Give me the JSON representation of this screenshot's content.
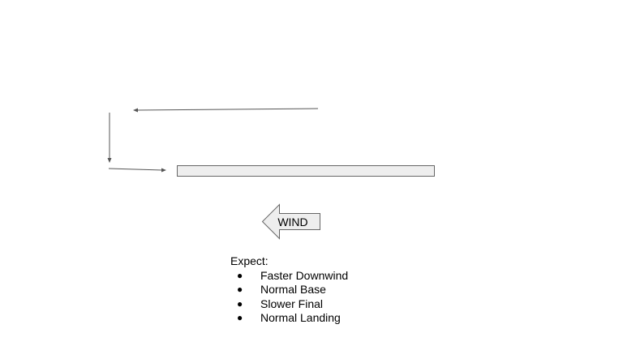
{
  "wind": {
    "label": "WIND"
  },
  "expect": {
    "title": "Expect:",
    "items": [
      "Faster Downwind",
      "Normal Base",
      "Slower Final",
      "Normal Landing"
    ]
  },
  "colors": {
    "line": "#555555",
    "runway_fill": "#eeeeee",
    "runway_stroke": "#666666",
    "arrow_fill": "#eeeeee"
  }
}
